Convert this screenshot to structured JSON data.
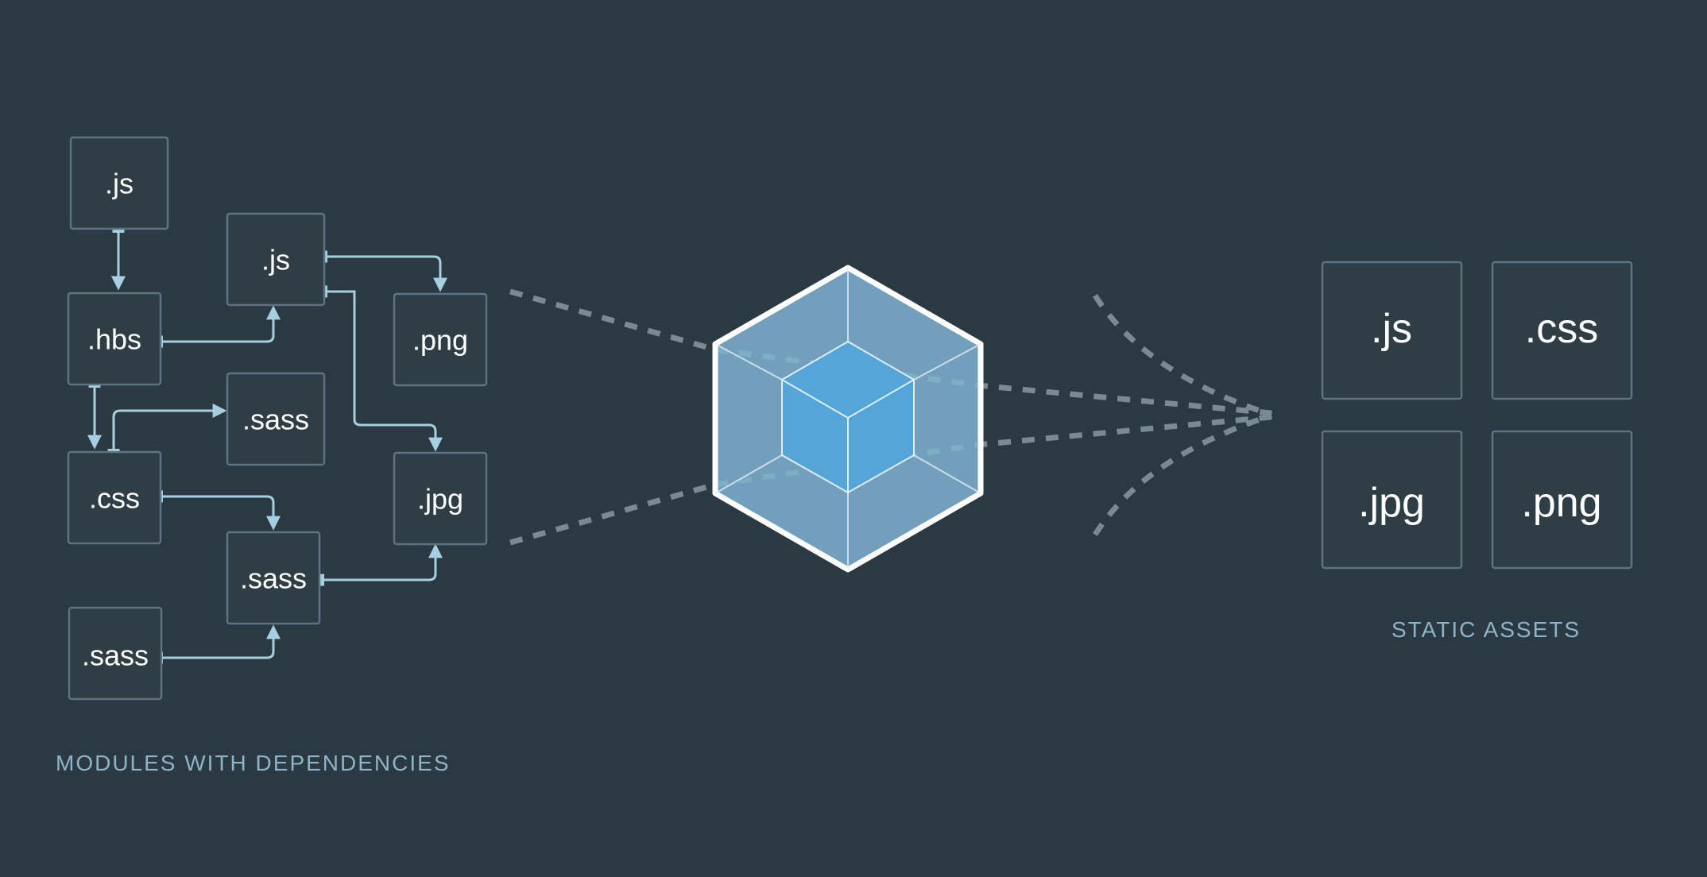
{
  "colors": {
    "background": "#2b3a42",
    "box_border": "#5d7480",
    "box_fill": "#2f3d45",
    "arrow": "#a6cfe0",
    "dash": "#7a8a91",
    "caption": "#8fb3c7",
    "cube_outer": "#ffffff",
    "cube_face": "#7fb3d1",
    "cube_inner": "#56a5d8"
  },
  "modules": {
    "caption": "MODULES WITH DEPENDENCIES",
    "items": [
      {
        "id": "m-js-top",
        "label": ".js"
      },
      {
        "id": "m-js-mid",
        "label": ".js"
      },
      {
        "id": "m-hbs",
        "label": ".hbs"
      },
      {
        "id": "m-png",
        "label": ".png"
      },
      {
        "id": "m-sass-a",
        "label": ".sass"
      },
      {
        "id": "m-css",
        "label": ".css"
      },
      {
        "id": "m-jpg",
        "label": ".jpg"
      },
      {
        "id": "m-sass-b",
        "label": ".sass"
      },
      {
        "id": "m-sass-c",
        "label": ".sass"
      }
    ]
  },
  "bundler": {
    "icon": "webpack-cube-icon"
  },
  "assets": {
    "caption": "STATIC ASSETS",
    "items": [
      {
        "id": "a-js",
        "label": ".js"
      },
      {
        "id": "a-css",
        "label": ".css"
      },
      {
        "id": "a-jpg",
        "label": ".jpg"
      },
      {
        "id": "a-png",
        "label": ".png"
      }
    ]
  }
}
